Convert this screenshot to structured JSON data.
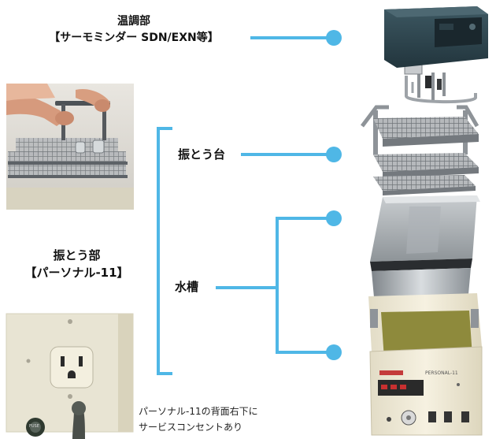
{
  "labels": {
    "thermo_title": "温調部",
    "thermo_model": "【サーモミンダー SDN/EXN等】",
    "shaker_stand": "振とう台",
    "shaker_unit_title": "振とう部",
    "shaker_unit_model": "【パーソナル-11】",
    "water_tank": "水槽"
  },
  "note": {
    "line1": "パーソナル-11の背面右下に",
    "line2": "サービスコンセントあり"
  },
  "device": {
    "panel_text": "PERSONAL-11",
    "fuse_text": "FUSE"
  },
  "colors": {
    "connector": "#4fb7e6",
    "steel": "#9a9fa4",
    "cream": "#efe9d6",
    "thermo_body": "#2f4650"
  }
}
